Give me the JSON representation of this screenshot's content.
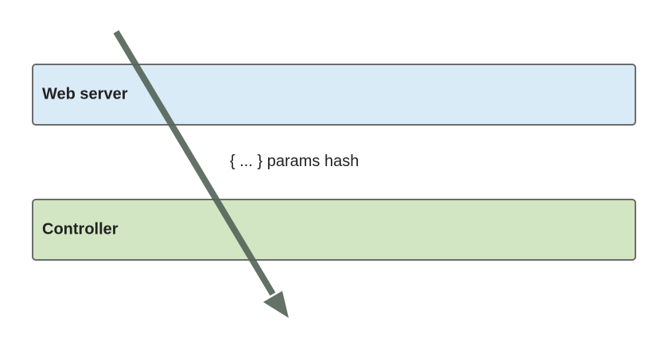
{
  "layers": {
    "web_server": {
      "label": "Web server",
      "fill_color": "#d9ebf7"
    },
    "controller": {
      "label": "Controller",
      "fill_color": "#d3e6c3"
    }
  },
  "flow": {
    "label": "{ ... } params hash",
    "arrow_color": "#56655a"
  }
}
